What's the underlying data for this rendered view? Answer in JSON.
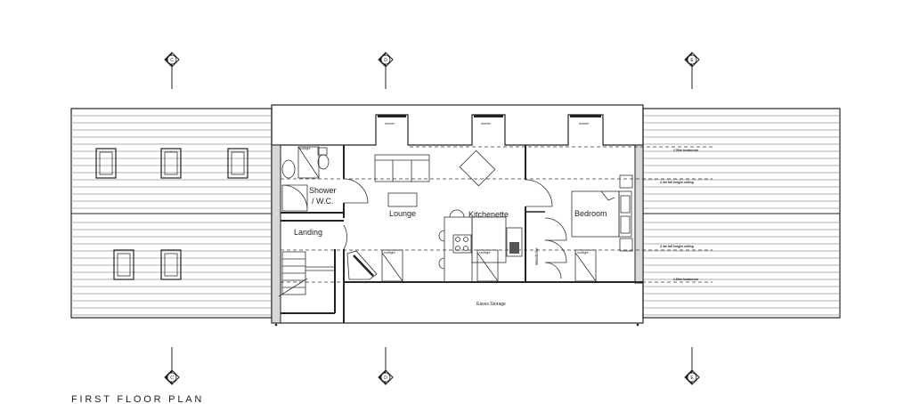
{
  "title": "FIRST FLOOR PLAN",
  "grid_markers": {
    "top": [
      "C",
      "D",
      "E"
    ],
    "bottom": [
      "C",
      "D",
      "E"
    ]
  },
  "rooms": {
    "shower_line1": "Shower",
    "shower_line2": "/ W.C.",
    "lounge": "Lounge",
    "kitchenette": "Kitchenette",
    "bedroom": "Bedroom",
    "landing": "Landing",
    "eaves_storage": "Eaves Storage",
    "wardrobe": "Wardrobe"
  },
  "dormers": [
    "dormer",
    "dormer",
    "dormer"
  ],
  "rooflights": [
    "rooflight",
    "rooflight",
    "rooflight",
    "rooflight"
  ],
  "annotations": [
    "1.50m headroom",
    "2.4m full height ceiling",
    "2.4m full height ceiling",
    "1.50m headroom"
  ]
}
